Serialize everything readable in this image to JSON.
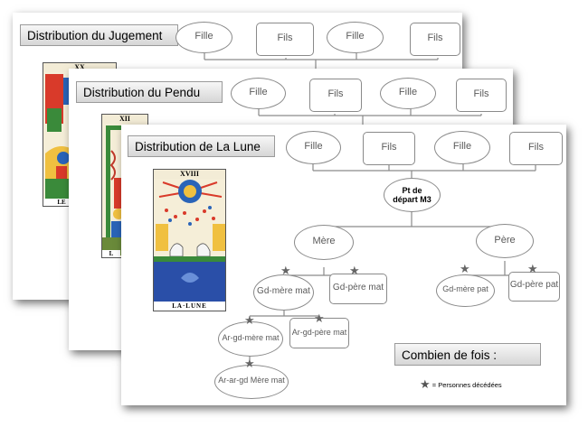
{
  "slides": {
    "back": {
      "title": "Distribution du Jugement",
      "children": [
        "Fille",
        "Fils",
        "Fille",
        "Fils"
      ],
      "card_numeral": "XX",
      "card_caption": "LE"
    },
    "middle": {
      "title": "Distribution du Pendu",
      "children": [
        "Fille",
        "Fils",
        "Fille",
        "Fils"
      ],
      "card_numeral": "XII",
      "card_caption": "L"
    },
    "front": {
      "title": "Distribution de La Lune",
      "children": [
        "Fille",
        "Fils",
        "Fille",
        "Fils"
      ],
      "start": "Pt de départ M3",
      "mere": "Mère",
      "pere": "Père",
      "gd_mere_mat": "Gd-mère mat",
      "gd_pere_mat": "Gd-père mat",
      "gd_mere_pat": "Gd-mère pat",
      "gd_pere_pat": "Gd-père pat",
      "ar_gd_mere_mat": "Ar-gd-mère mat",
      "ar_gd_pere_mat": "Ar-gd-père mat",
      "ar_ar_gd_mere_mat": "Ar-ar-gd Mère mat",
      "combien": "Combien de fois :",
      "legend": "= Personnes décédées",
      "card_numeral": "XVIII",
      "card_caption": "LA·LUNE"
    }
  },
  "icons": {
    "deceased": "star-icon"
  },
  "colors": {
    "node_border": "#8a8a8a",
    "node_text": "#5a5a5a",
    "star": "#666666"
  }
}
